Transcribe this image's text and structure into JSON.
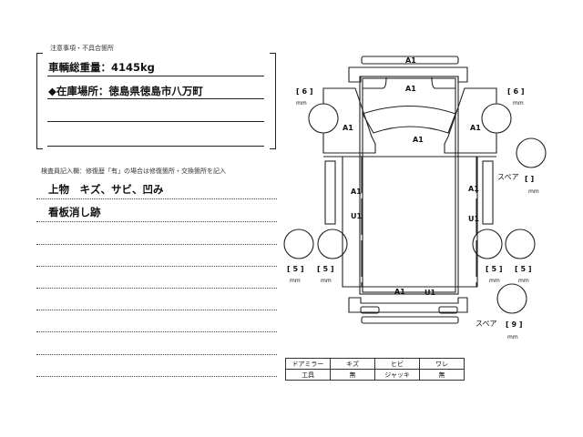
{
  "notes": {
    "title": "注意事項・不具合箇所",
    "lines": [
      "車輌総重量：4145kg",
      "◆在庫場所：徳島県徳島市八万町",
      "",
      ""
    ]
  },
  "inspector": {
    "title": "検査員記入欄：修復歴「有」の場合は修復箇所・交換箇所を記入",
    "lines": [
      "上物　キズ、サビ、凹み",
      "看板消し跡"
    ]
  },
  "diagram": {
    "labels": {
      "front_bumper": "A1",
      "cab_front": "A1",
      "cab_left": "A1",
      "cab_right": "A1",
      "windshield": "A1",
      "left_a": "A1",
      "left_u": "U1",
      "right_a": "A1",
      "right_u": "U1",
      "rear_a": "A1",
      "rear_u": "U1"
    },
    "tread_depth": {
      "front_left": "6",
      "front_right": "6",
      "rear_left_outer": "5",
      "rear_left_inner": "5",
      "rear_right_inner": "5",
      "rear_right_outer": "5",
      "spare_1": "",
      "spare_2": "9"
    },
    "unit": "mm",
    "spare_label": "スペア"
  },
  "equipment_table": {
    "rows": [
      [
        "ドアミラー",
        "キズ",
        "ヒビ",
        "ワレ"
      ],
      [
        "工具",
        "無",
        "ジャッキ",
        "無"
      ]
    ]
  }
}
